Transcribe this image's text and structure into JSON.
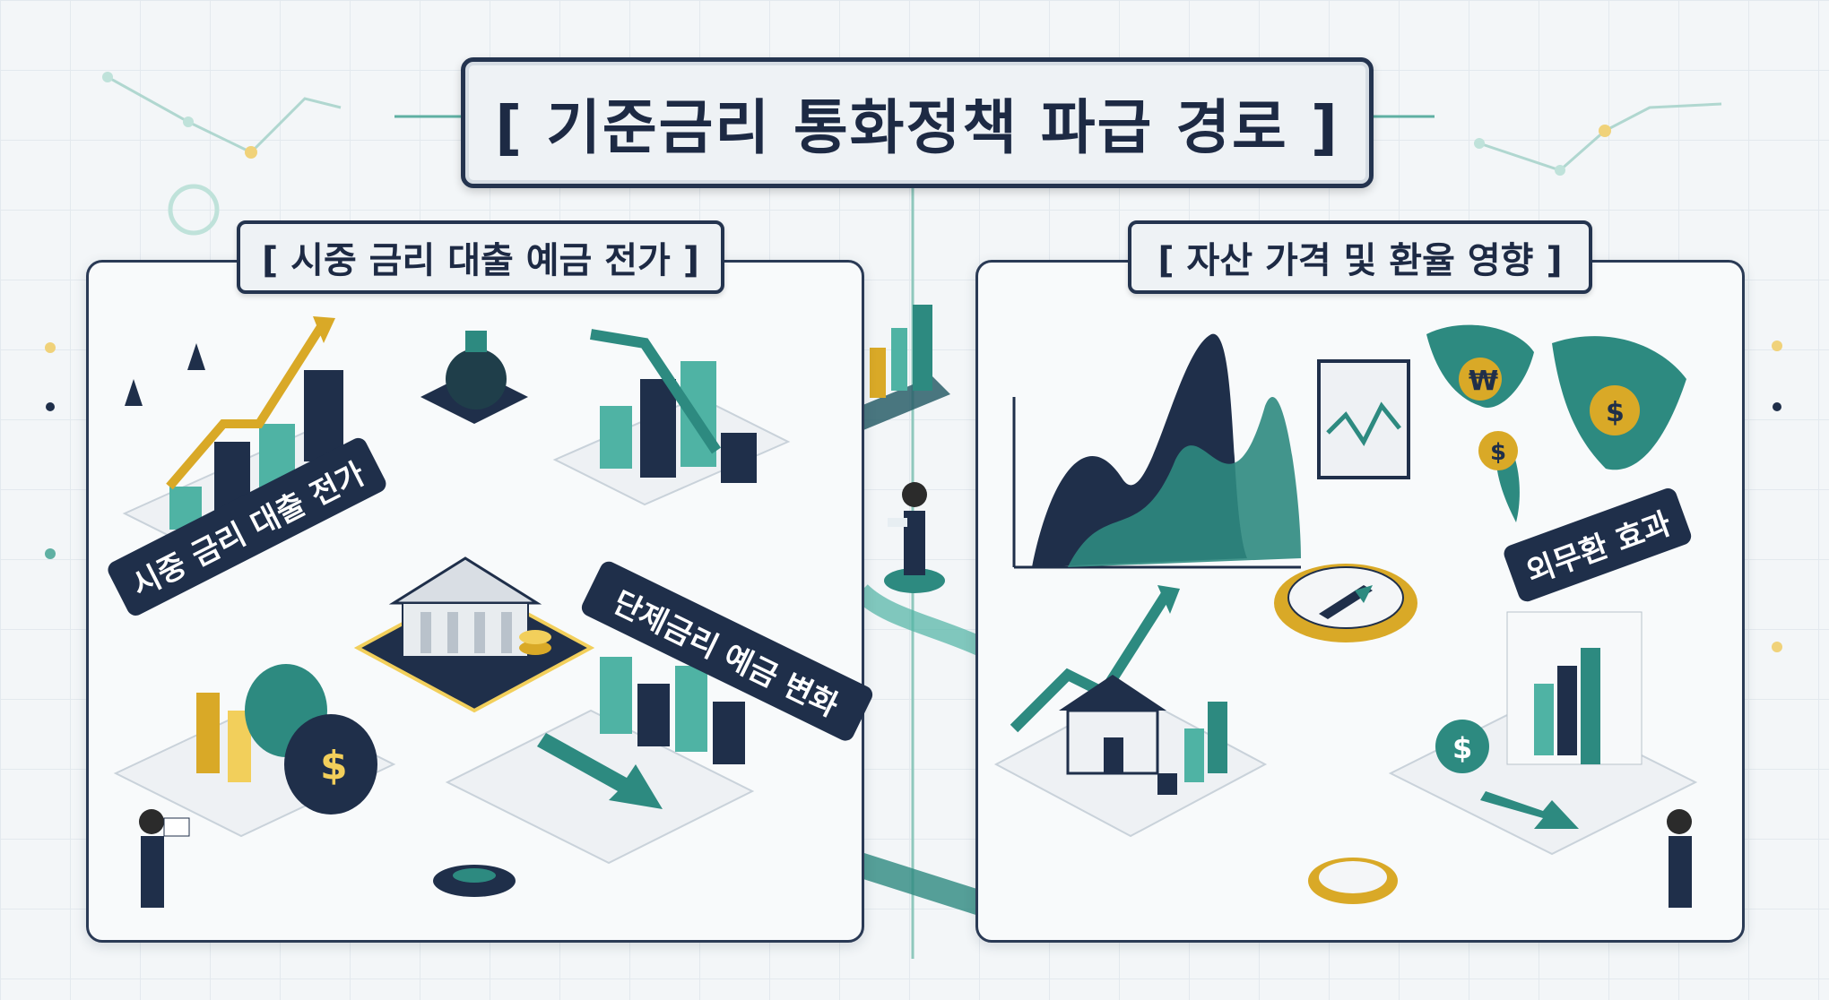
{
  "title": "[ 기준금리 통화정책 파급 경로 ]",
  "left_panel": {
    "label": "[ 시중 금리 대출 예금 전가 ]",
    "banner_loan": "시중 금리 대출 전가",
    "banner_deposit": "단제금리 예금 변화"
  },
  "right_panel": {
    "label": "[ 자산 가격 및 환율 영향 ]",
    "banner_fx": "외무환 효과"
  },
  "icon_glyphs": {
    "dollar": "$",
    "won": "₩"
  },
  "colors": {
    "navy": "#1f2f4a",
    "teal": "#2d8a80",
    "teal_light": "#4fb3a4",
    "gold": "#d9a927",
    "gold_light": "#f2cf5b",
    "platform": "#eef1f4",
    "background": "#f3f6f8"
  }
}
